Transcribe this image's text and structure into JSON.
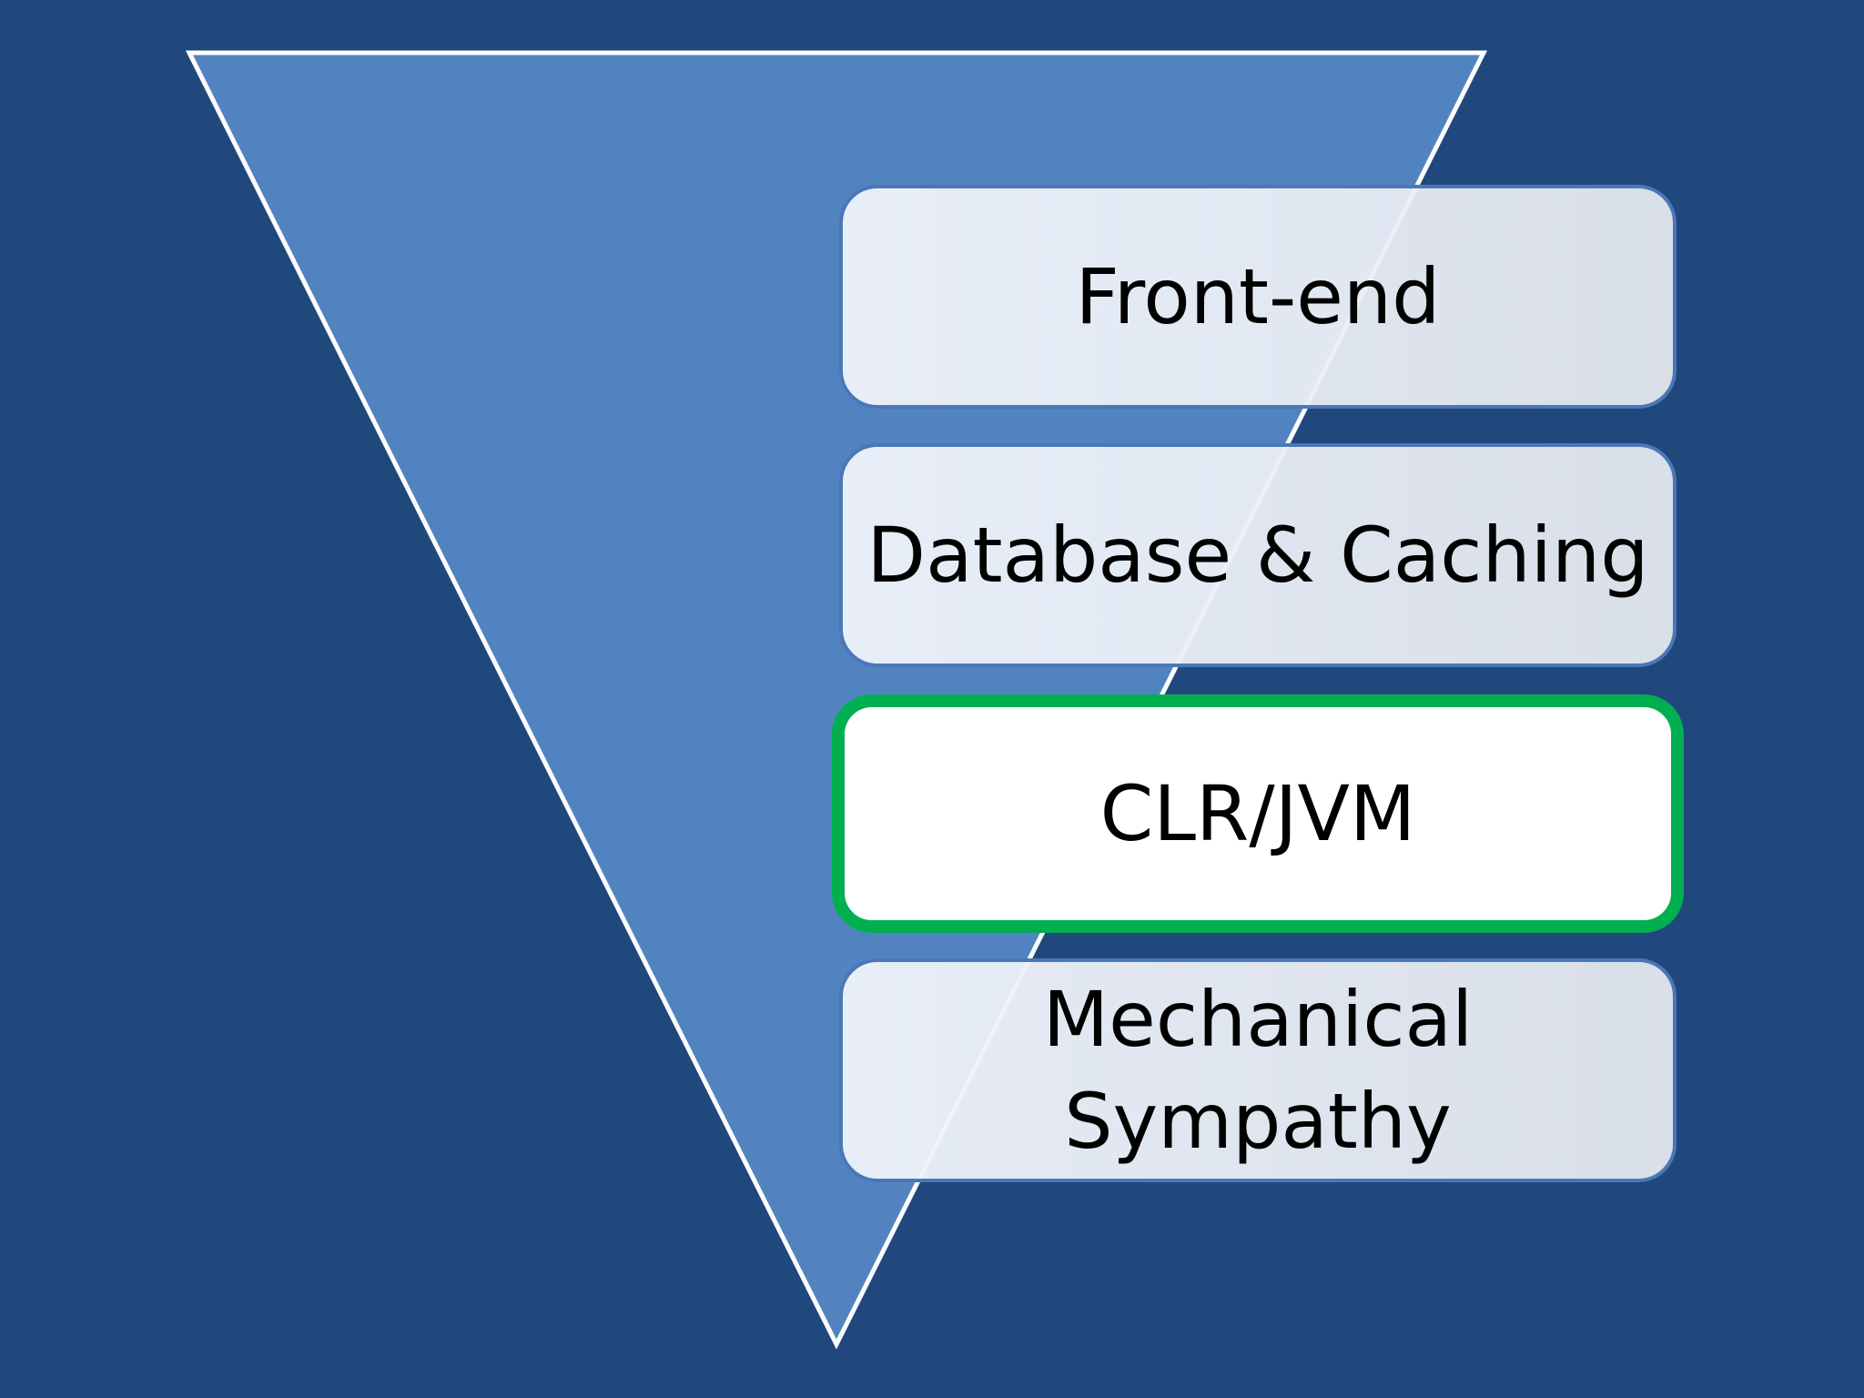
{
  "colors": {
    "background": "#21487d",
    "funnel_fill": "#5283c1",
    "funnel_outline": "#ffffff",
    "box_border": "#4a78b6",
    "highlight_border": "#00b050"
  },
  "levels": [
    {
      "label": "Front-end",
      "highlighted": false
    },
    {
      "label": "Database & Caching",
      "highlighted": false
    },
    {
      "label": "CLR/JVM",
      "highlighted": true
    },
    {
      "label": "Mechanical\nSympathy",
      "highlighted": false
    }
  ]
}
